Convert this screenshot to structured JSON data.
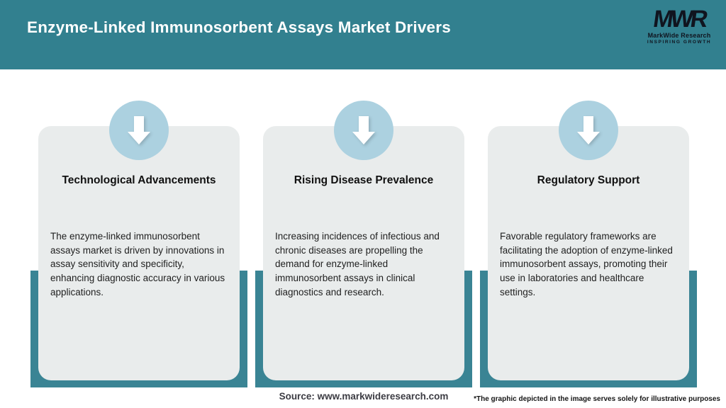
{
  "header": {
    "title": "Enzyme-Linked Immunosorbent Assays Market Drivers",
    "logo": {
      "monogram": "MWR",
      "name": "MarkWide Research",
      "tagline": "INSPIRING GROWTH"
    }
  },
  "cards": [
    {
      "icon": "arrow-down-icon",
      "title": "Technological Advancements",
      "body": "The enzyme-linked immunosorbent assays market is driven by innovations in assay sensitivity and specificity, enhancing diagnostic accuracy in various applications."
    },
    {
      "icon": "arrow-down-icon",
      "title": "Rising Disease Prevalence",
      "body": "Increasing incidences of infectious and chronic diseases are propelling the demand for enzyme-linked immunosorbent assays in clinical diagnostics and research."
    },
    {
      "icon": "arrow-down-icon",
      "title": "Regulatory Support",
      "body": "Favorable regulatory frameworks are facilitating the adoption of enzyme-linked immunosorbent assays, promoting their use in laboratories and healthcare settings."
    }
  ],
  "footer": {
    "source": "Source: www.markwideresearch.com",
    "disclaimer": "*The graphic depicted in the image serves solely for illustrative purposes"
  },
  "colors": {
    "header_bg": "#32808F",
    "card_backing": "#3A8494",
    "card_bg": "#E9ECEC",
    "circle_fill": "#ACD1E0",
    "arrow_fill": "#FFFFFF",
    "header_title_color": "#FFFFFF",
    "card_title_color": "#111111",
    "body_text_color": "#1F1F1F",
    "source_text_color": "#3C3C43",
    "disclaimer_text_color": "#151515",
    "logo_text_color": "#10141F"
  }
}
